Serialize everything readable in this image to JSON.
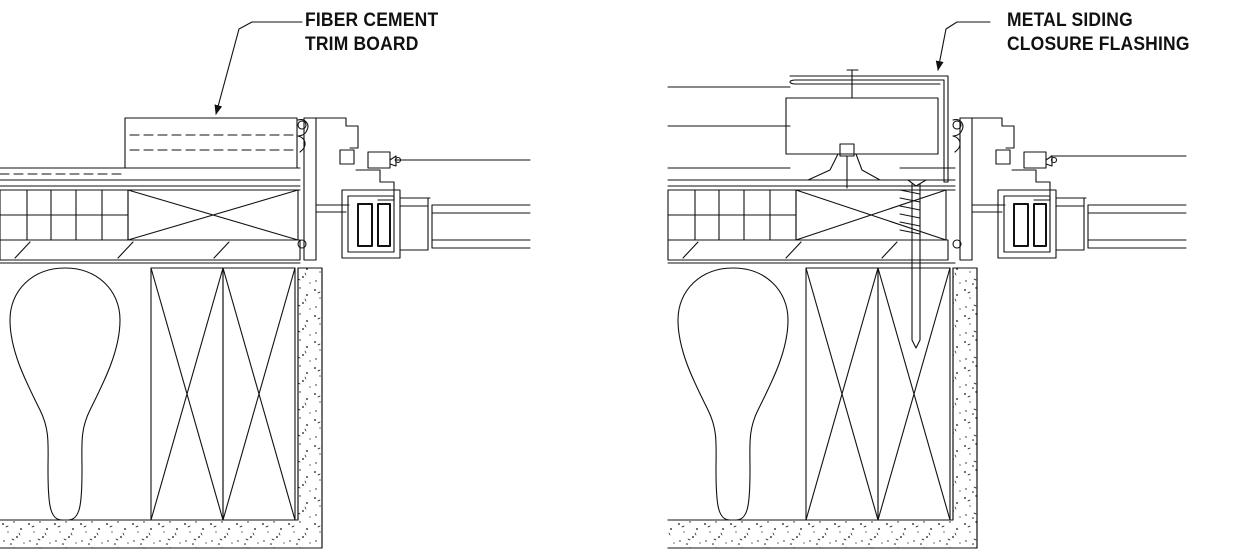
{
  "callouts": {
    "left": {
      "line1": "FIBER CEMENT",
      "line2": "TRIM BOARD"
    },
    "right": {
      "line1": "METAL SIDING",
      "line2": "CLOSURE FLASHING"
    }
  },
  "colors": {
    "ink": "#111111",
    "background": "#ffffff"
  }
}
